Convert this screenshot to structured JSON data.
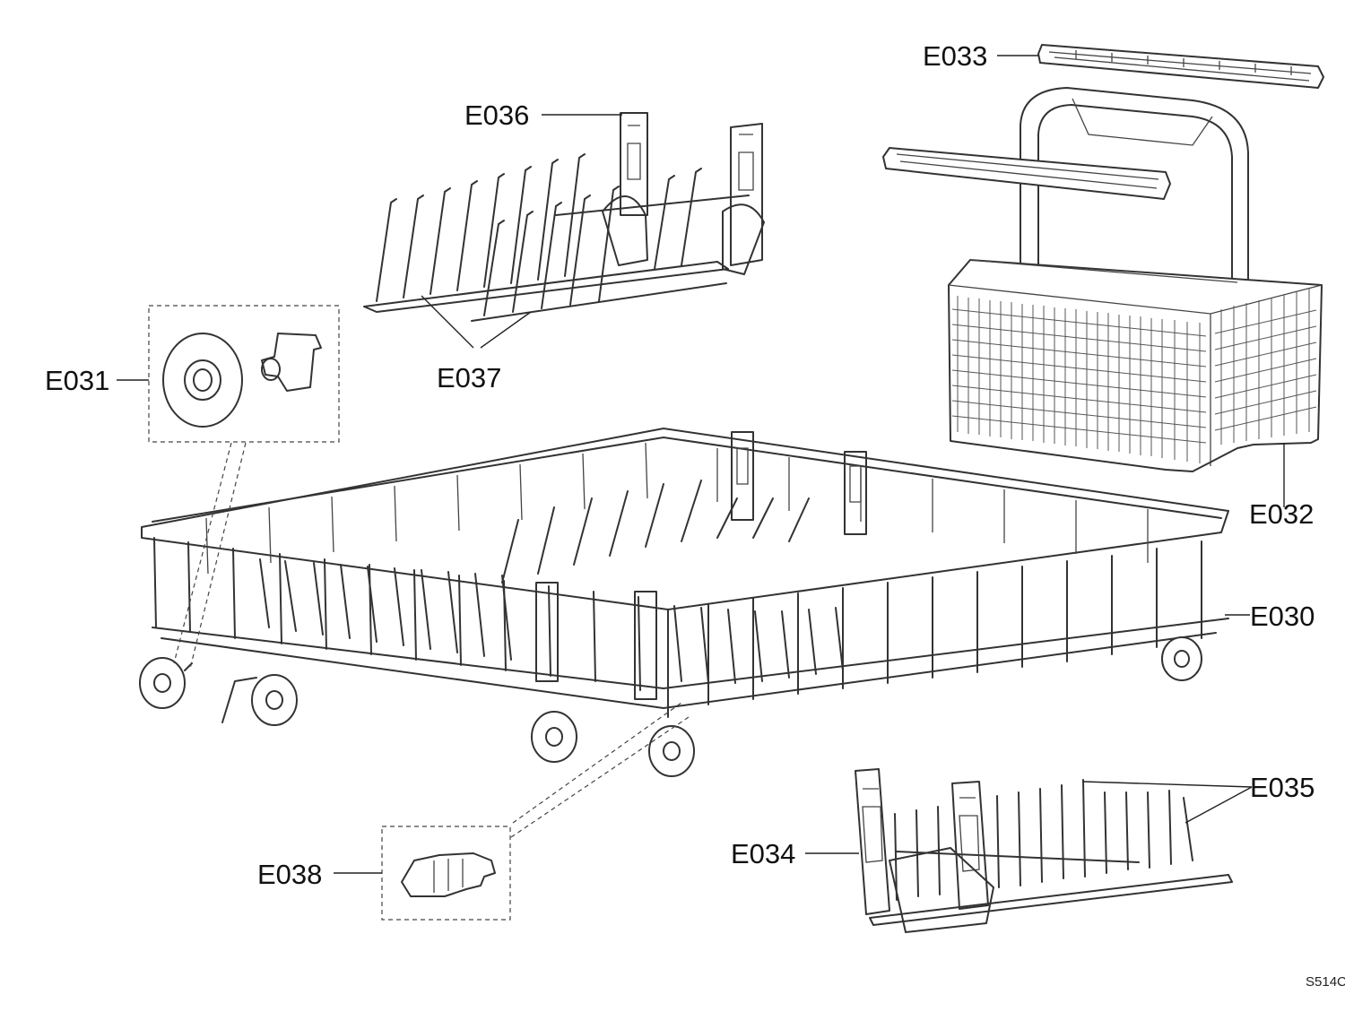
{
  "labels": {
    "e030": "E030",
    "e031": "E031",
    "e032": "E032",
    "e033": "E033",
    "e034": "E034",
    "e035": "E035",
    "e036": "E036",
    "e037": "E037",
    "e038": "E038"
  },
  "drawing_code": "S514C"
}
